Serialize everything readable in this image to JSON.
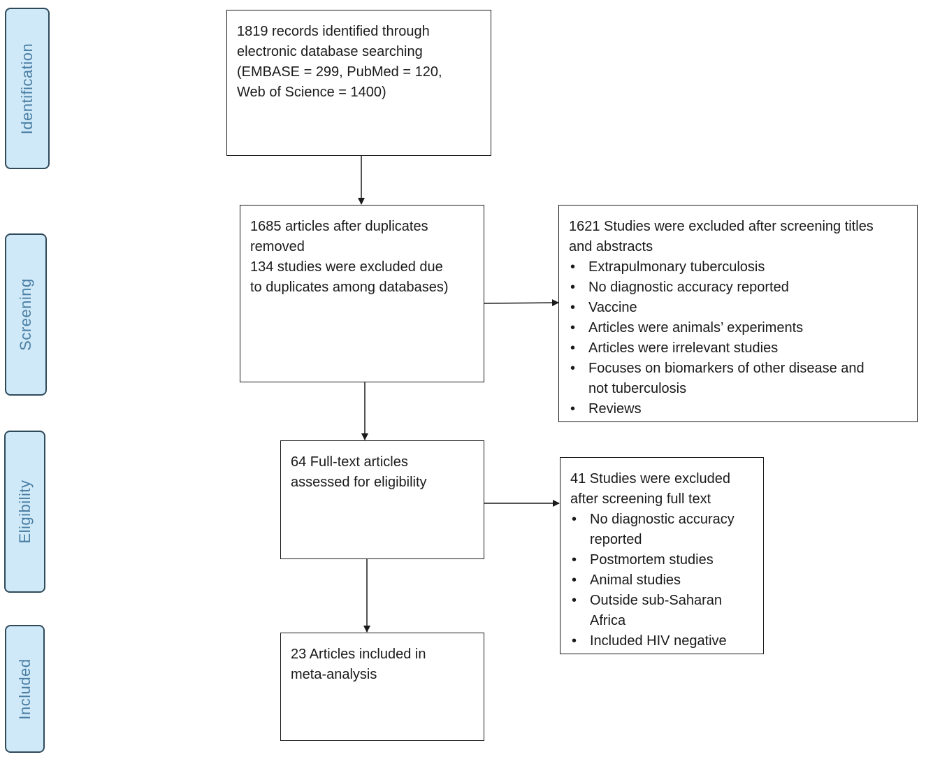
{
  "stages": {
    "identification": "Identification",
    "screening": "Screening",
    "eligibility": "Eligibility",
    "included": "Included"
  },
  "boxes": {
    "records": {
      "lines": [
        "1819  records identified through",
        "electronic database searching",
        "(EMBASE = 299,  PubMed = 120,",
        "Web of Science = 1400)"
      ]
    },
    "after_duplicates": {
      "lines": [
        "1685   articles after duplicates",
        "removed",
        "134  studies were excluded due",
        "to duplicates among databases)"
      ]
    },
    "excluded_titles": {
      "heading_lines": [
        "1621  Studies were excluded after screening titles",
        "and abstracts"
      ],
      "bullets": [
        "Extrapulmonary tuberculosis",
        "No diagnostic accuracy reported",
        "Vaccine",
        "Articles were animals’ experiments",
        "Articles were irrelevant studies",
        "Focuses on biomarkers of other disease and\nnot tuberculosis",
        "Reviews"
      ]
    },
    "full_text": {
      "lines": [
        "64 Full-text articles",
        "assessed for eligibility"
      ]
    },
    "excluded_fulltext": {
      "heading_lines": [
        "41 Studies were excluded",
        "after screening full text"
      ],
      "bullets": [
        "No diagnostic accuracy\nreported",
        "Postmortem studies",
        "Animal studies",
        "Outside sub-Saharan\nAfrica",
        "Included HIV negative"
      ]
    },
    "included": {
      "lines": [
        "23 Articles included in",
        "meta-analysis"
      ]
    }
  },
  "bullet_glyph": "•",
  "colors": {
    "stage_fill": "#cfe9f8",
    "stage_border": "#2f4a5a",
    "stage_text": "#4a7ea3",
    "box_border": "#1a1a1a"
  }
}
